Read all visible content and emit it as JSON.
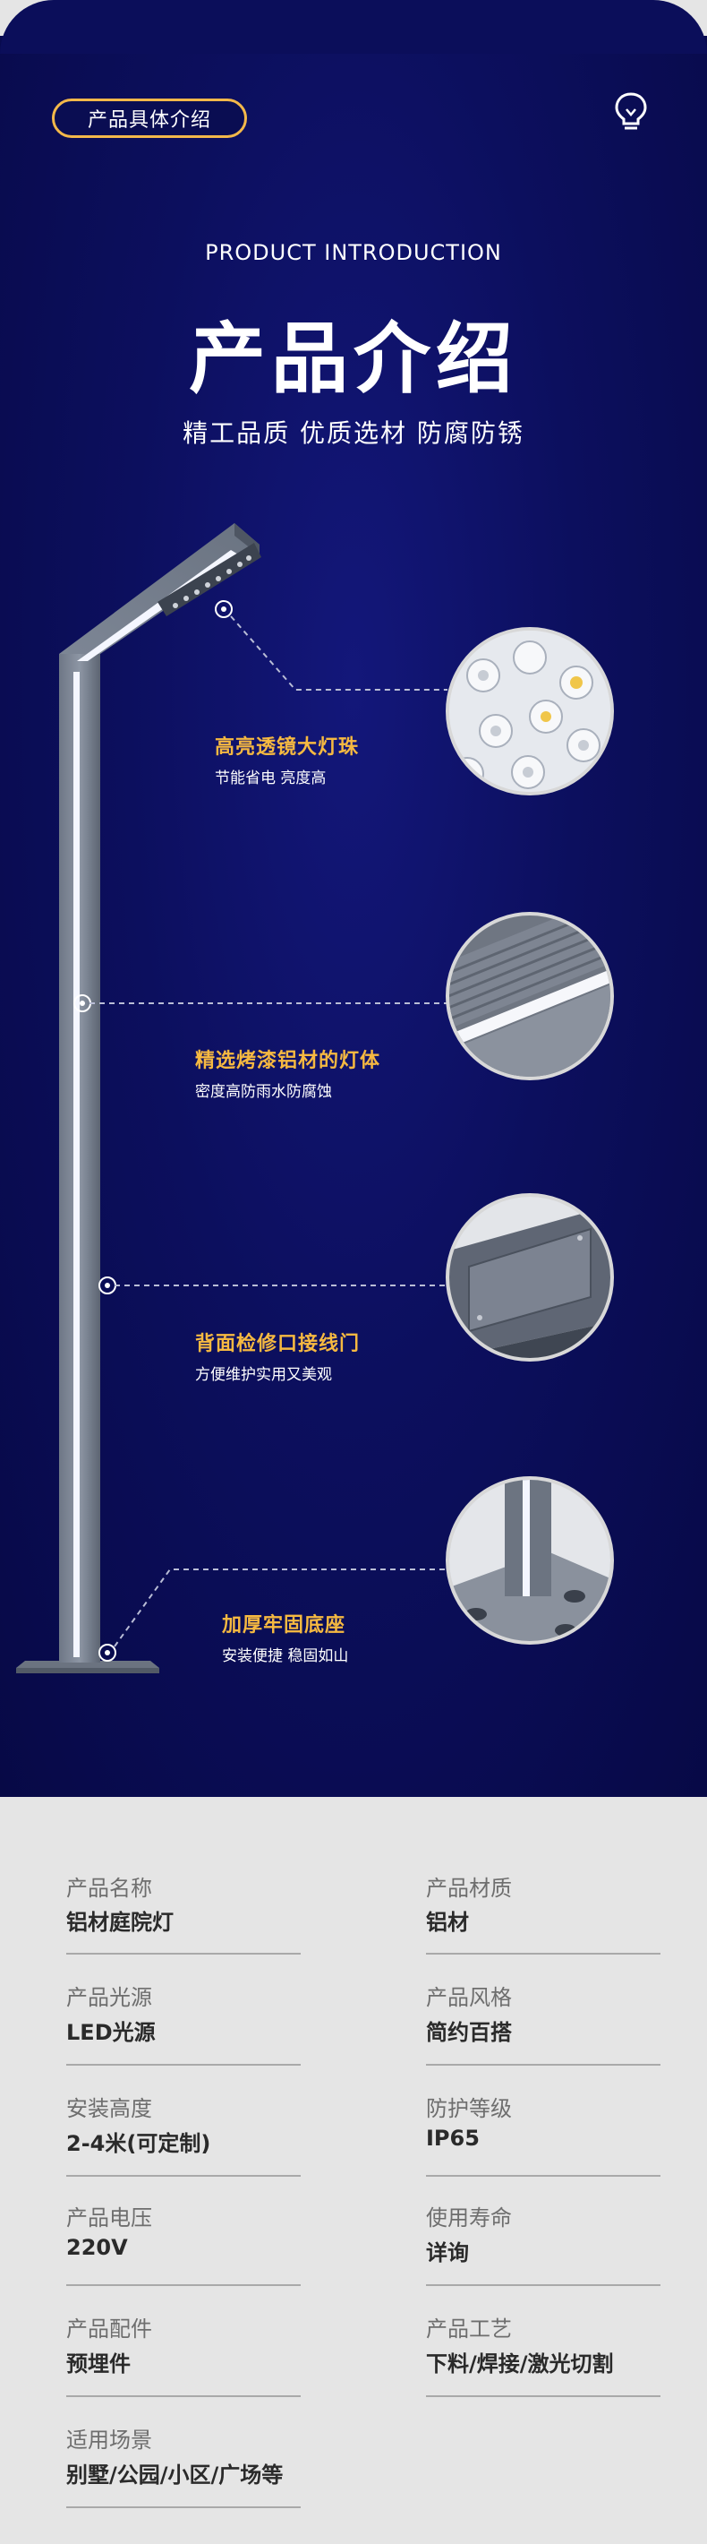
{
  "header": {
    "pill_label": "产品具体介绍",
    "eng_title": "PRODUCT INTRODUCTION",
    "title": "产品介绍",
    "subtitle": "精工品质 优质选材 防腐防锈"
  },
  "features": [
    {
      "title": "高亮透镜大灯珠",
      "desc": "节能省电 亮度高"
    },
    {
      "title": "精选烤漆铝材的灯体",
      "desc": "密度高防雨水防腐蚀"
    },
    {
      "title": "背面检修口接线门",
      "desc": "方便维护实用又美观"
    },
    {
      "title": "加厚牢固底座",
      "desc": "安装便捷 稳固如山"
    }
  ],
  "specs": [
    {
      "label": "产品名称",
      "value": "铝材庭院灯"
    },
    {
      "label": "产品材质",
      "value": "铝材"
    },
    {
      "label": "产品光源",
      "value": "LED光源"
    },
    {
      "label": "产品风格",
      "value": "简约百搭"
    },
    {
      "label": "安装高度",
      "value": "2-4米(可定制)"
    },
    {
      "label": "防护等级",
      "value": "IP65"
    },
    {
      "label": "产品电压",
      "value": "220V"
    },
    {
      "label": "使用寿命",
      "value": "详询"
    },
    {
      "label": "产品配件",
      "value": "预埋件"
    },
    {
      "label": "产品工艺",
      "value": "下料/焊接/激光切割"
    },
    {
      "label": "适用场景",
      "value": "别墅/公园/小区/广场等"
    }
  ],
  "colors": {
    "background_navy": "#0c0f5e",
    "accent_gold": "#f6b941",
    "spec_background": "#e5e5e5"
  },
  "icons": {
    "bulb": "lightbulb-icon"
  }
}
